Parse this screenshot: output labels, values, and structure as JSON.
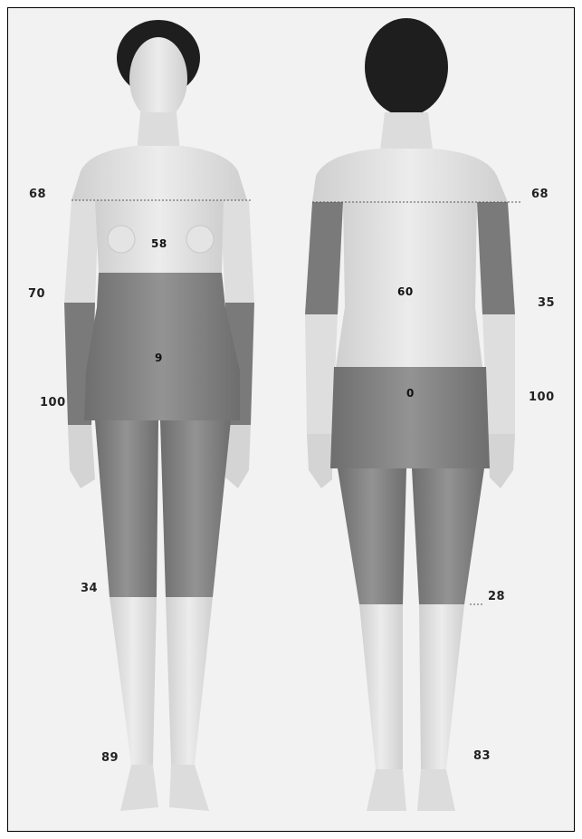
{
  "colors": {
    "background": "#f2f2f2",
    "skin_light": "#e8e8e8",
    "skin_shade": "#d8d8d8",
    "shaded_region": "#8b8b8b",
    "hair": "#1e1e1e",
    "text": "#222222"
  },
  "front": {
    "labels": {
      "shoulder": "68",
      "arm": "70",
      "hip": "100",
      "knee": "34",
      "ankle": "89"
    },
    "values": {
      "chest": "58",
      "abdomen": "9"
    }
  },
  "back": {
    "labels": {
      "shoulder": "68",
      "arm": "35",
      "hip": "100",
      "knee": "28",
      "ankle": "83"
    },
    "values": {
      "upper_back": "60",
      "buttocks": "0"
    }
  }
}
